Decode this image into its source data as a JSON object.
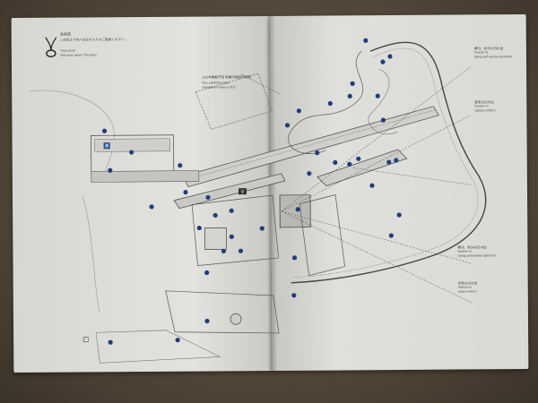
{
  "legend": {
    "title_jp": "北向花",
    "note_jp": "この区より先へは立ち入りはご遠慮ください。",
    "note_en_1": "\"Stop stone\"",
    "note_en_2": "This stone means \"No Entry\"",
    "icon": "stop-stone-icon"
  },
  "new_space": {
    "jp": "2025年開館予定 新展示施設予定地",
    "en_1": "New exhibition space",
    "en_2": "scheduled to open in 2025"
  },
  "sunrise_labels": [
    {
      "jp": "春分、秋分の日の出",
      "en_1": "Sunrise on",
      "en_2": "spring and autumn equinoxes"
    },
    {
      "jp": "夏至の日の出",
      "en_1": "Sunrise on",
      "en_2": "summer solstice"
    },
    {
      "jp": "春分、秋分の日の出",
      "en_1": "Sunrise on",
      "en_2": "spring and autumn equinoxes"
    },
    {
      "jp": "冬至の日の出",
      "en_1": "Sunrise on",
      "en_2": "winter solstice"
    }
  ],
  "markers": {
    "color": "#1f3f7a",
    "symbol": "numbered-location-dot"
  },
  "icons": [
    "restroom-icon",
    "restroom-icon",
    "entrance-flag-icon"
  ]
}
